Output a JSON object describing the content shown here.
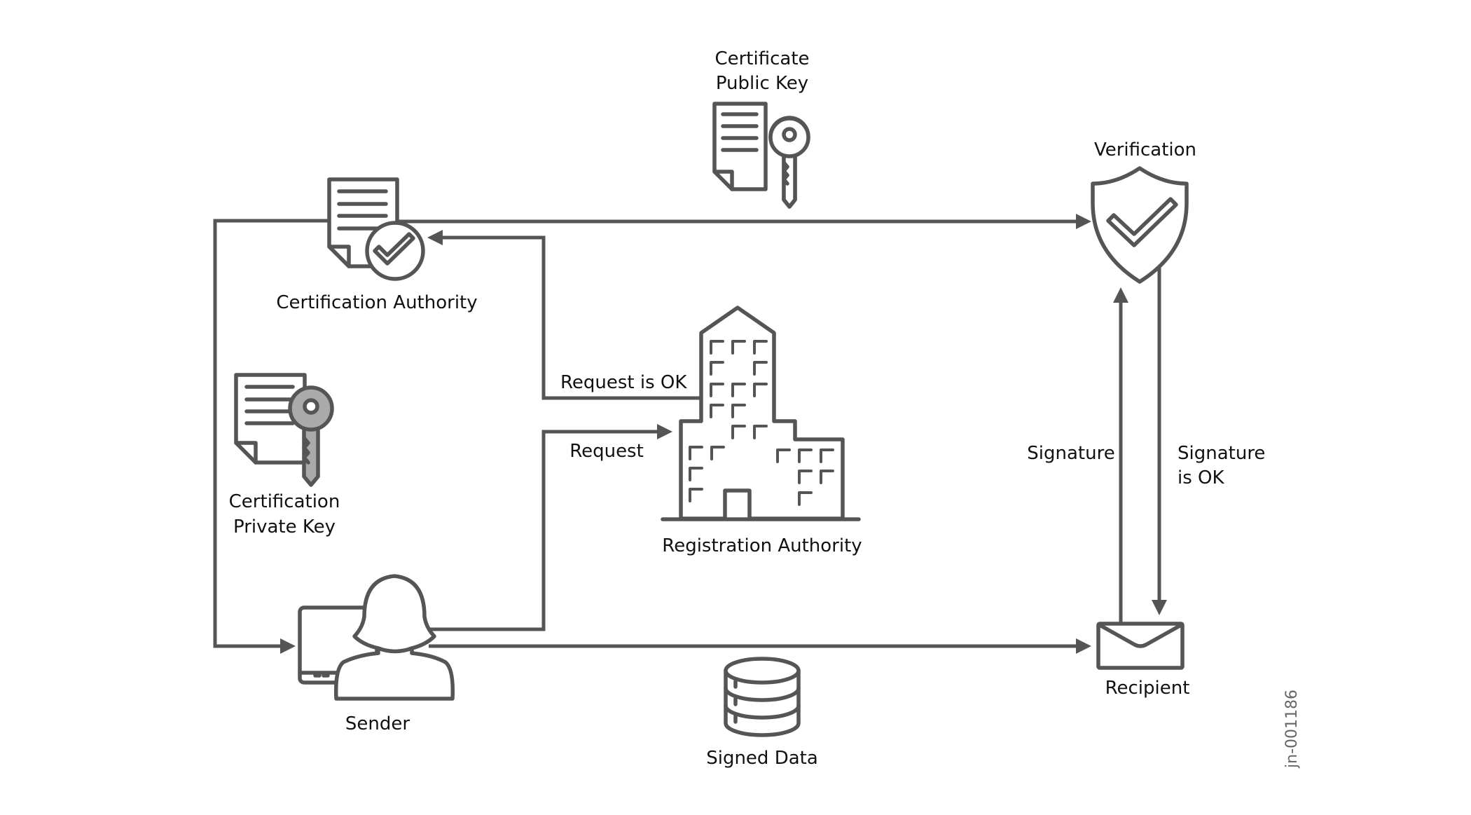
{
  "diagram": {
    "title": "PKI Digital Signature Flow",
    "line_color": "#555555",
    "text_color": "#111111",
    "nodes": {
      "certificate_public_key": {
        "line1": "Certificate",
        "line2": "Public Key"
      },
      "verification": {
        "label": "Verification"
      },
      "certification_authority": {
        "label": "Certification Authority"
      },
      "certification_private_key": {
        "line1": "Certification",
        "line2": "Private Key"
      },
      "registration_authority": {
        "label": "Registration Authority"
      },
      "sender": {
        "label": "Sender"
      },
      "signed_data": {
        "label": "Signed Data"
      },
      "recipient": {
        "label": "Recipient"
      }
    },
    "edges": {
      "request_ok": "Request is OK",
      "request": "Request",
      "signature": "Signature",
      "signature_ok_line1": "Signature",
      "signature_ok_line2": "is OK"
    },
    "figure_id": "jn-001186"
  }
}
